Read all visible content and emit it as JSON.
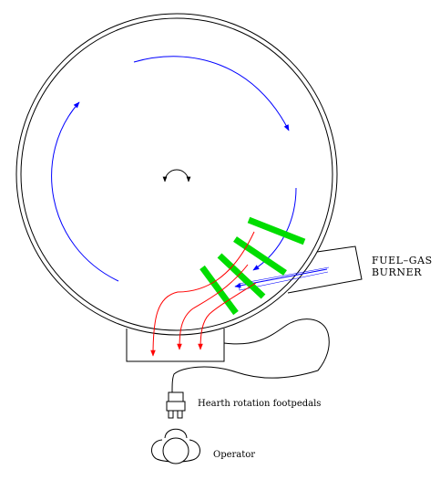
{
  "labels": {
    "burner_line1": "FUEL–GAS",
    "burner_line2": "BURNER",
    "footpedals": "Hearth rotation footpedals",
    "operator": "Operator"
  },
  "colors": {
    "outline": "#000000",
    "rotation_arrows": "#0000ff",
    "gas_flow": "#ff0000",
    "charge_bars": "#00dd00",
    "flame": "#0000ff"
  },
  "icons": {
    "center_marker": "rotation-icon",
    "pedal": "footpedal-icon",
    "operator": "operator-icon"
  }
}
